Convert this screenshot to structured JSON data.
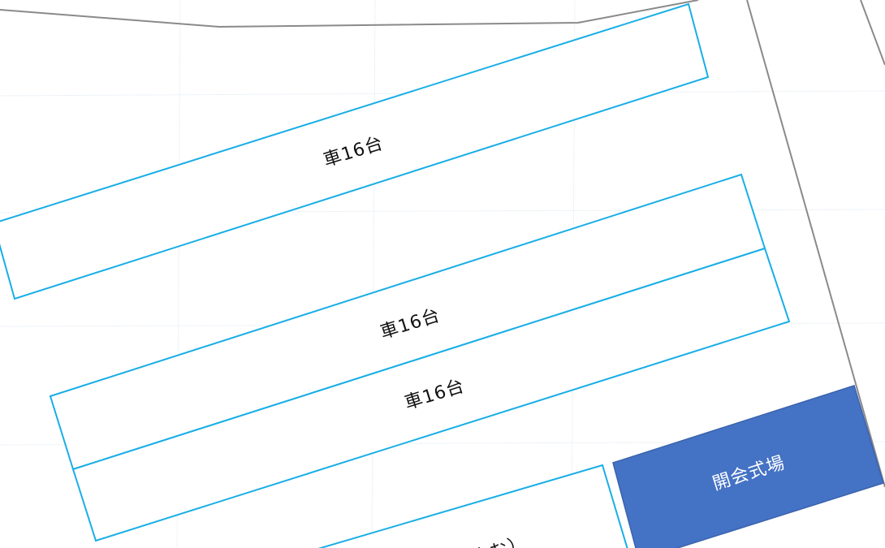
{
  "map": {
    "colors": {
      "lot_outline": "#19aee6",
      "venue_fill": "#4472c4",
      "boundary_line": "#8a8a8a",
      "background": "#ffffff"
    },
    "parking_lots": [
      {
        "label": "車16台"
      },
      {
        "label": "車16台"
      },
      {
        "label": "車16台"
      }
    ],
    "partial_lot_label": "含む）",
    "venue": {
      "label": "開会式場"
    }
  }
}
